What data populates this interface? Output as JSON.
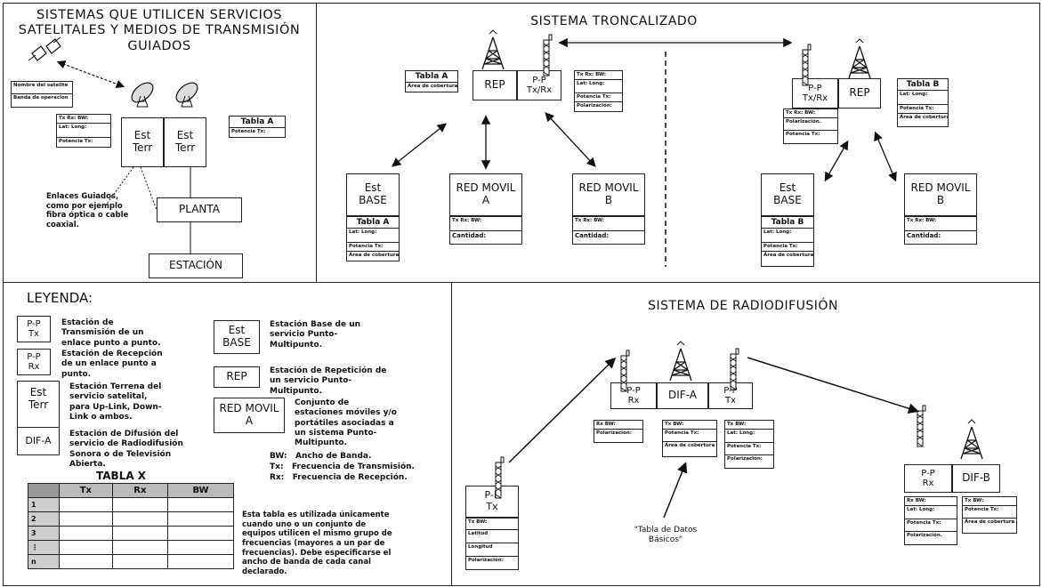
{
  "panels": {
    "satellite": {
      "title": "SISTEMAS QUE UTILICEN SERVICIOS SATELITALES Y MEDIOS DE TRANSMISIÓN GUIADOS",
      "sat_rows": [
        "Nombre del satelite",
        "Banda de operacion"
      ],
      "est_terr_1": "Est Terr",
      "est_terr_2": "Est Terr",
      "terr_rows": [
        "Tx   Rx:   BW:",
        "Lat: Long:",
        "Potencia Tx:"
      ],
      "tabla_a_title": "Tabla A",
      "tabla_a_rows": [
        "Potencia Tx:"
      ],
      "guided_note": "Enlaces Guiados, como por ejemplo fibra óptica o cable coaxial.",
      "planta": "PLANTA",
      "estacion": "ESTACIÓN"
    },
    "trunk": {
      "title": "SISTEMA TRONCALIZADO",
      "tabla_a_title": "Tabla A",
      "tabla_a_rows": [
        "Área de cobertura"
      ],
      "rep": "REP",
      "pp_txrx": "P-P Tx/Rx",
      "pp_rows": [
        "Tx   Rx:   BW:",
        "Lat: Long:",
        "Potencia Tx:",
        "Polarización:"
      ],
      "est_base_a": "Est BASE",
      "est_base_a_table_title": "Tabla A",
      "est_base_a_rows": [
        "Lat: Long:",
        "Potencia Tx:",
        "Área de cobertura"
      ],
      "red_a": "RED MOVIL A",
      "red_a_rows": [
        "Tx   Rx:   BW:",
        "Cantidad:"
      ],
      "red_b_left": "RED MOVIL B",
      "red_b_left_rows": [
        "Tx   Rx:   BW:",
        "Cantidad:"
      ],
      "right_pp": "P-P Tx/Rx",
      "right_rep": "REP",
      "right_pp_rows": [
        "Tx   Rx:   BW:",
        "Polarización.",
        "Potencia Tx:"
      ],
      "tabla_b_title": "Tabla B",
      "tabla_b_rows": [
        "Lat: Long:",
        "Potencia Tx:",
        "Área de cobertura"
      ],
      "est_base_b": "Est BASE",
      "est_base_b_table_title": "Tabla B",
      "est_base_b_rows": [
        "Lat: Long:",
        "Potencia Tx:",
        "Área de cobertura"
      ],
      "red_b": "RED MOVIL B",
      "red_b_rows": [
        "Tx   Rx:   BW:",
        "Cantidad:"
      ]
    },
    "legend": {
      "title": "LEYENDA:",
      "items": [
        {
          "symbol": "P-P Tx",
          "text": "Estación de Transmisión de un enlace punto a punto."
        },
        {
          "symbol": "P-P Rx",
          "text": "Estación de Recepción de un enlace punto a punto."
        },
        {
          "symbol": "Est Terr",
          "text": "Estación Terrena del servicio satelital, para Up-Link, Down-Link o ambos."
        },
        {
          "symbol": "DIF-A",
          "text": "Estación de Difusión del servicio de Radiodifusión Sonora o de Televisión Abierta."
        },
        {
          "symbol": "Est BASE",
          "text": "Estación Base de un servicio Punto-Multipunto."
        },
        {
          "symbol": "REP",
          "text": "Estación de Repetición de un servicio Punto-Multipunto."
        },
        {
          "symbol": "RED MOVIL A",
          "text": "Conjunto de estaciones móviles y/o portátiles asociadas a un sistema Punto-Multipunto."
        }
      ],
      "abbrev": [
        "BW:   Ancho de Banda.",
        "Tx:   Frecuencia de Transmisión.",
        "Rx:   Frecuencia de Recepción."
      ],
      "table_title": "TABLA X",
      "table_headers": [
        "Tx",
        "Rx",
        "BW"
      ],
      "table_rows": [
        "1",
        "2",
        "3",
        "⋮",
        "n"
      ],
      "note": "Esta tabla es utilizada únicamente cuando uno o un conjunto de equipos utilicen el mismo grupo de frecuencias (mayores a un par de frecuencias). Debe especificarse el ancho de banda de cada canal declarado."
    },
    "broadcast": {
      "title": "SISTEMA DE RADIODIFUSIÓN",
      "pp_rx": "P-P Rx",
      "dif_a": "DIF-A",
      "pp_tx": "P-P Tx",
      "rx_rows": [
        "Rx   BW:",
        "Polarización:"
      ],
      "dif_rows": [
        "Tx   BW:",
        "Potencia Tx:",
        "Área de cobertura"
      ],
      "tx_rows": [
        "Tx   BW:",
        "Lat: Long:",
        "Potencia Tx:",
        "Polarización:"
      ],
      "left_pp_tx": "P-P Tx",
      "left_rows": [
        "Tx   BW:",
        "Latitud",
        "Longitud",
        "Polarización:"
      ],
      "basic_note": "\"Tabla de Datos Básicos\"",
      "right_pp_rx": "P-P Rx",
      "dif_b": "DIF-B",
      "right_rx_rows": [
        "Rx   BW:",
        "Lat: Long:",
        "Potencia Tx:",
        "Polarización."
      ],
      "dif_b_rows": [
        "Tx   BW:",
        "Potencia Tx:",
        "Área de cobertura"
      ]
    }
  }
}
